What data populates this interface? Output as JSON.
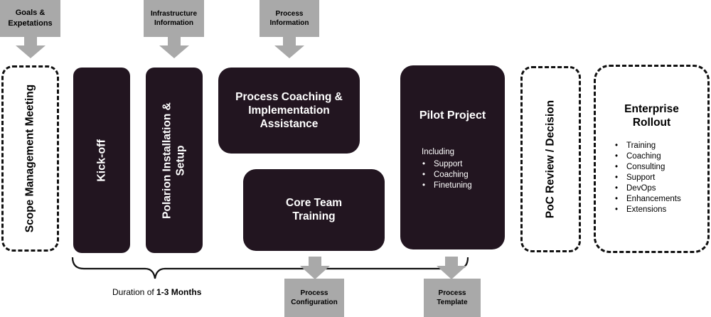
{
  "inputs": {
    "goals": "Goals & Expetations",
    "infrastructure": "Infrastructure Information",
    "process_info": "Process Information"
  },
  "phases": {
    "scope": "Scope Management Meeting",
    "kickoff": "Kick-off",
    "installation": "Polarion Installation & Setup",
    "coaching": "Process Coaching & Implementation Assistance",
    "core_training": "Core Team Training",
    "pilot": {
      "title": "Pilot Project",
      "intro": "Including",
      "items": [
        "Support",
        "Coaching",
        "Finetuning"
      ]
    },
    "poc": "PoC Review / Decision",
    "rollout": {
      "title": "Enterprise Rollout",
      "items": [
        "Training",
        "Coaching",
        "Consulting",
        "Support",
        "DevOps",
        "Enhancements",
        "Extensions"
      ]
    }
  },
  "outputs": {
    "configuration": "Process Configuration",
    "template": "Process Template"
  },
  "duration": {
    "prefix": "Duration of ",
    "value": "1-3 Months"
  },
  "colors": {
    "dark_box": "#221520",
    "grey_box": "#a9a9a9",
    "text_light": "#ffffff",
    "text_dark": "#000000"
  }
}
